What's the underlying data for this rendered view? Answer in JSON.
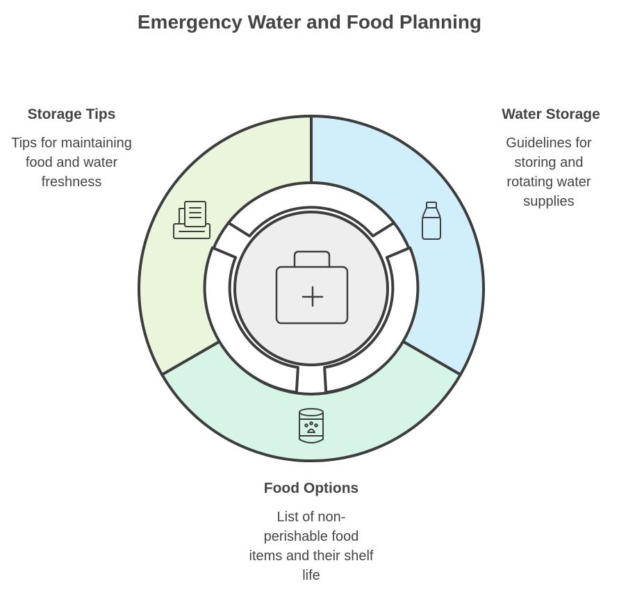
{
  "title": "Emergency Water and Food Planning",
  "sections": {
    "storage_tips": {
      "title": "Storage Tips",
      "description": "Tips for maintaining food and water freshness",
      "icon": "document-tray-icon",
      "color": "#eaf5dc"
    },
    "water_storage": {
      "title": "Water Storage",
      "description": "Guidelines for storing and rotating water supplies",
      "icon": "water-bottle-icon",
      "color": "#d0effa"
    },
    "food_options": {
      "title": "Food Options",
      "description": "List of non-perishable food items and their shelf life",
      "icon": "food-can-icon",
      "color": "#d6f5e6"
    }
  },
  "center": {
    "icon": "first-aid-kit-icon",
    "color": "#eeeeee"
  },
  "colors": {
    "stroke": "#3d3d3d",
    "text": "#444444"
  }
}
